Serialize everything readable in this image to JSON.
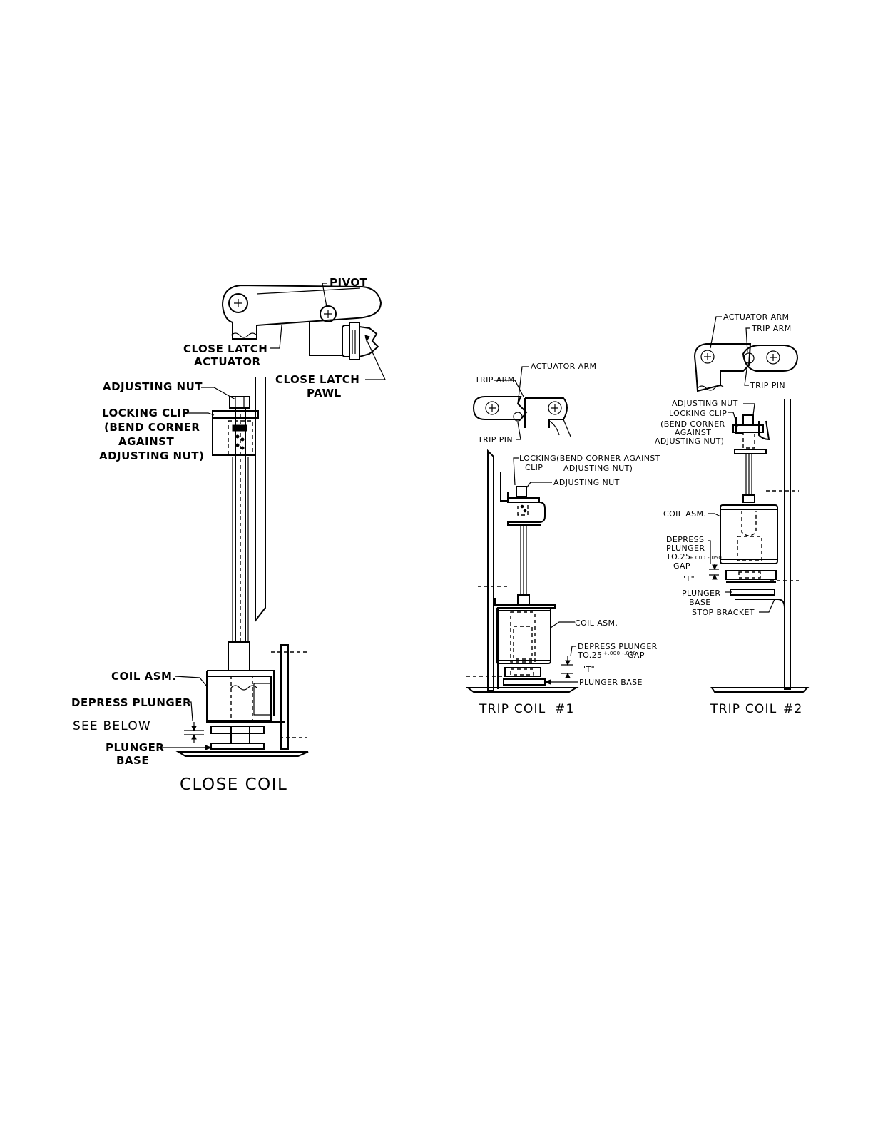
{
  "close_coil": {
    "title": "CLOSE COIL",
    "labels": {
      "pivot": "PIVOT",
      "close_latch_actuator_1": "CLOSE LATCH",
      "close_latch_actuator_2": "ACTUATOR",
      "close_latch_pawl_1": "CLOSE LATCH",
      "close_latch_pawl_2": "PAWL",
      "adjusting_nut": "ADJUSTING NUT",
      "locking_clip_1": "LOCKING CLIP",
      "locking_clip_2": "(BEND CORNER",
      "locking_clip_3": "AGAINST",
      "locking_clip_4": "ADJUSTING NUT)",
      "coil_asm": "COIL ASM.",
      "depress_plunger": "DEPRESS PLUNGER",
      "see_below": "SEE BELOW",
      "plunger_base_1": "PLUNGER",
      "plunger_base_2": "BASE"
    }
  },
  "trip_coil_1": {
    "title": "TRIP COIL",
    "number": "#1",
    "labels": {
      "actuator_arm": "ACTUATOR ARM",
      "trip_arm": "TRIP ARM",
      "trip_pin": "TRIP PIN",
      "locking_1": "LOCKING",
      "locking_2": "CLIP",
      "bend_1": "(BEND CORNER AGAINST",
      "bend_2": "ADJUSTING NUT)",
      "adjusting_nut": "ADJUSTING NUT",
      "coil_asm": "COIL ASM.",
      "depress_1": "DEPRESS PLUNGER",
      "depress_2": "TO.25",
      "depress_tol": "+.000 -.050",
      "depress_3": "GAP",
      "t_mark": "\"T\"",
      "plunger_base": "PLUNGER BASE"
    }
  },
  "trip_coil_2": {
    "title": "TRIP COIL",
    "number": "#2",
    "labels": {
      "actuator_arm": "ACTUATOR ARM",
      "trip_arm": "TRIP ARM",
      "trip_pin": "TRIP PIN",
      "adjusting_nut": "ADJUSTING NUT",
      "locking_clip": "LOCKING CLIP",
      "bend_1": "(BEND CORNER",
      "bend_2": "AGAINST",
      "bend_3": "ADJUSTING NUT)",
      "coil_asm": "COIL ASM.",
      "depress_1": "DEPRESS",
      "depress_2": "PLUNGER",
      "depress_3": "TO.25",
      "depress_tol": "+.000 -.050",
      "depress_4": "GAP",
      "t_mark": "\"T\"",
      "plunger_base_1": "PLUNGER",
      "plunger_base_2": "BASE",
      "stop_bracket": "STOP BRACKET"
    }
  }
}
